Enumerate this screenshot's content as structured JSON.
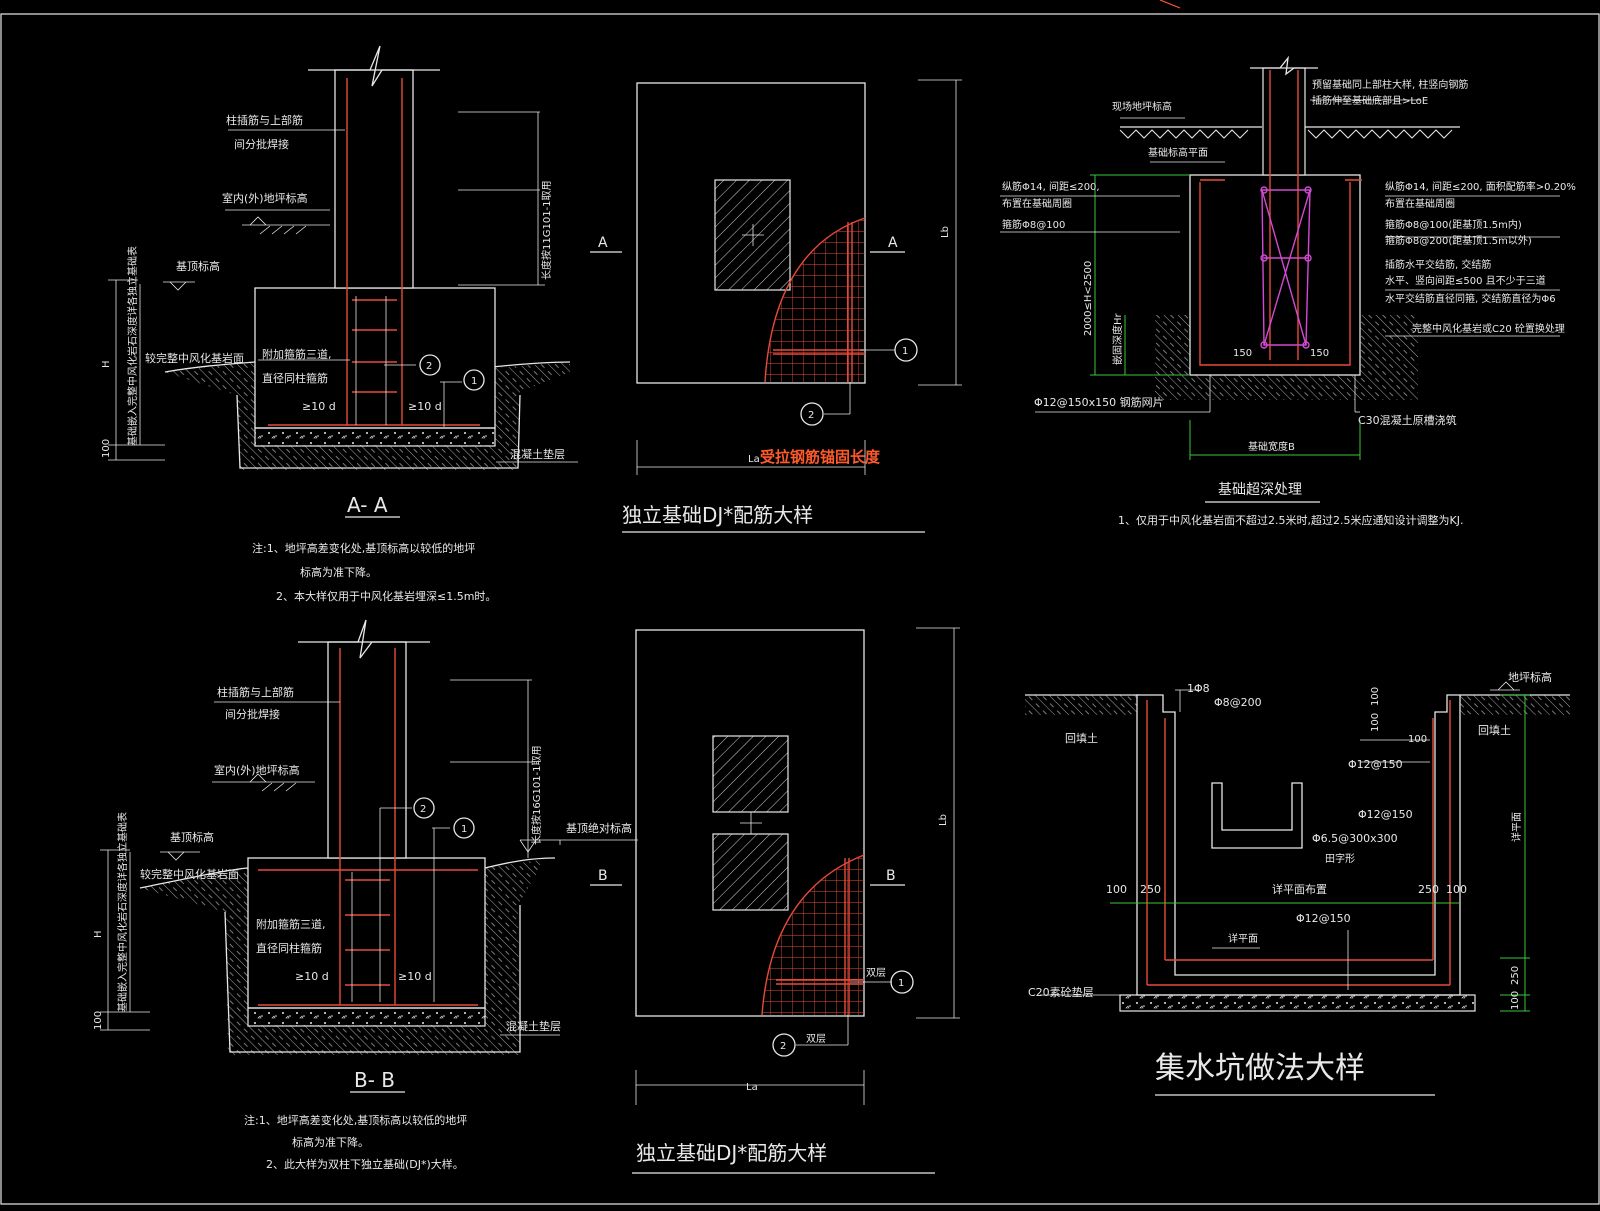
{
  "colors": {
    "background": "#000000",
    "line": "#e8e8e8",
    "rebar": "#e84a3a",
    "dimension": "#37c837",
    "tie": "#d24ad2",
    "title_red": "#ff5a2a"
  },
  "section_aa": {
    "rebar_note_1": "柱插筋与上部筋",
    "rebar_note_2": "间分批焊接",
    "floor_level": "室内(外)地坪标高",
    "top_level": "基顶标高",
    "rock_label": "较完整中风化基岩面",
    "anchor_length": "长度按11G101-1取用",
    "stirrup_1": "附加箍筋三道,",
    "stirrup_2": "直径同柱箍筋",
    "ten_d_1": "≥10 d",
    "ten_d_2": "≥10 d",
    "h_label": "H",
    "dim_100": "100",
    "embed_note": "基础嵌入完整中风化岩石深度详各独立基础表",
    "cushion": "混凝土垫层",
    "callout_1": "1",
    "callout_2": "2",
    "title": "A- A",
    "note_1": "注:1、地坪高差变化处,基顶标高以较低的地坪",
    "note_1b": "标高为准下降。",
    "note_2": "2、本大样仅用于中风化基岩埋深≤1.5m时。"
  },
  "plan_a": {
    "cut_left": "A",
    "cut_right": "A",
    "dim_lb": "Lb",
    "dim_la": "La",
    "red_label": "受拉钢筋锚固长度",
    "callout_1": "1",
    "callout_2": "2",
    "title": "独立基础DJ*配筋大样"
  },
  "deep": {
    "ground_level": "现场地坪标高",
    "top_plane": "基础标高平面",
    "note_top_1": "预留基础同上部柱大样, 柱竖向钢筋",
    "note_top_2": "插筋伸至基础底部且>LoE",
    "left_1": "纵筋Φ14, 间距≤200,",
    "left_2": "布置在基础周圈",
    "left_3": "箍筋Φ8@100",
    "right_1": "纵筋Φ14, 间距≤200, 面积配筋率>0.20%",
    "right_2": "布置在基础周圈",
    "right_3": "箍筋Φ8@100(距基顶1.5m内)",
    "right_4": "箍筋Φ8@200(距基顶1.5m以外)",
    "right_5": "插筋水平交结筋, 交结筋",
    "right_6": "水平、竖向间距≤500 且不少于三道",
    "right_7": "水平交结筋直径同箍, 交结筋直径为Φ6",
    "right_8": "完整中风化基岩或C20 砼置换处理",
    "dim_vertical": "2000≤H<2500",
    "dim_small": "嵌固深度Hr",
    "dim_150a": "150",
    "dim_150b": "150",
    "mesh": "Φ12@150x150 钢筋网片",
    "concrete": "C30混凝土原槽浇筑",
    "width_b": "基础宽度B",
    "title": "基础超深处理",
    "note": "1、仅用于中风化基岩面不超过2.5米时,超过2.5米应通知设计调整为KJ."
  },
  "section_bb": {
    "rebar_note_1": "柱插筋与上部筋",
    "rebar_note_2": "间分批焊接",
    "floor_level": "室内(外)地坪标高",
    "top_level": "基顶标高",
    "rock_label": "较完整中风化基岩面",
    "anchor_length": "长度按16G101-1取用",
    "abs_level": "基顶绝对标高",
    "stirrup_1": "附加箍筋三道,",
    "stirrup_2": "直径同柱箍筋",
    "ten_d_1": "≥10 d",
    "ten_d_2": "≥10 d",
    "h_label": "H",
    "dim_100": "100",
    "embed_note": "基础嵌入完整中风化岩石深度详各独立基础表",
    "cushion": "混凝土垫层",
    "callout_1": "1",
    "callout_2": "2",
    "title": "B- B",
    "note_1": "注:1、地坪高差变化处,基顶标高以较低的地坪",
    "note_1b": "标高为准下降。",
    "note_2": "2、此大样为双柱下独立基础(DJ*)大样。"
  },
  "plan_b": {
    "cut_left": "B",
    "cut_right": "B",
    "dim_lb": "Lb",
    "dim_la": "La",
    "double_1": "双层",
    "double_2": "双层",
    "callout_1": "1",
    "callout_2": "2",
    "title": "独立基础DJ*配筋大样"
  },
  "pit": {
    "floor_level": "地坪标高",
    "backfill_left": "回填土",
    "backfill_right": "回填土",
    "bar_1": "1Φ8",
    "bar_2": "Φ8@200",
    "dim_100a": "100",
    "dim_100b": "100",
    "dim_100c": "100",
    "bar_3": "Φ12@150",
    "bar_4": "Φ12@150",
    "bar_5": "Φ6.5@300x300",
    "bar_5b": "田字形",
    "dim_left_100": "100",
    "dim_left_250": "250",
    "plan_layout": "详平面布置",
    "dim_right_250": "250",
    "dim_right_100": "100",
    "bar_6": "Φ12@150",
    "see_plan": "详平面",
    "see_plan_v": "详平面",
    "cushion": "C20素砼垫层",
    "dim_bot_100": "100",
    "dim_bot_250": "250",
    "title": "集水坑做法大样"
  }
}
